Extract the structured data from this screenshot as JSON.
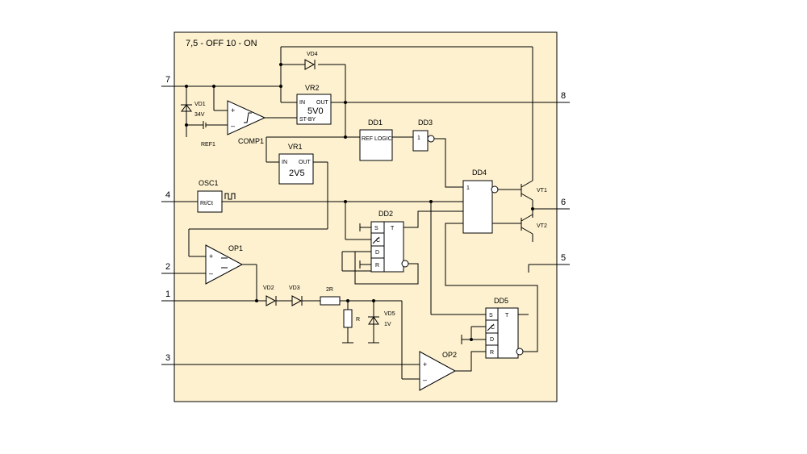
{
  "diagram": {
    "header_note": "7,5 - OFF   10 - ON",
    "panel_color": "#fdf1cf",
    "pins": {
      "p1": "1",
      "p2": "2",
      "p3": "3",
      "p4": "4",
      "p5": "5",
      "p6": "6",
      "p7": "7",
      "p8": "8"
    },
    "components": {
      "vd1": {
        "name": "VD1",
        "value": "34V"
      },
      "ref1": "REF1",
      "comp1": "COMP1",
      "vd4": "VD4",
      "vr2": {
        "name": "VR2",
        "in": "IN",
        "out": "OUT",
        "value": "5V0",
        "standby": "ST-BY"
      },
      "vr1": {
        "name": "VR1",
        "in": "IN",
        "out": "OUT",
        "value": "2V5"
      },
      "dd1": {
        "name": "DD1",
        "text": "REF LOGIC"
      },
      "dd3": {
        "name": "DD3",
        "text": "1"
      },
      "dd4": {
        "name": "DD4",
        "text": "1"
      },
      "osc1": {
        "name": "OSC1",
        "text": "Rt/Ct"
      },
      "dd2": {
        "name": "DD2",
        "s": "S",
        "t": "T",
        "c": "C",
        "d": "D",
        "r": "R"
      },
      "dd5": {
        "name": "DD5",
        "s": "S",
        "t": "T",
        "c": "C",
        "d": "D",
        "r": "R"
      },
      "vt1": "VT1",
      "vt2": "VT2",
      "op1": "OP1",
      "op2": "OP2",
      "vd2": "VD2",
      "vd3": "VD3",
      "res_2r": "2R",
      "res_r": "R",
      "vd5": {
        "name": "VD5",
        "value": "1V"
      }
    }
  }
}
